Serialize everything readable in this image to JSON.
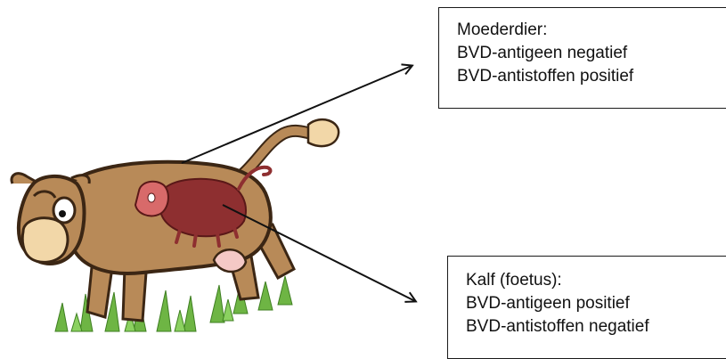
{
  "mother": {
    "title": "Moederdier:",
    "lines": [
      "BVD-antigeen negatief",
      "BVD-antistoffen positief"
    ]
  },
  "calf": {
    "title": "Kalf (foetus):",
    "lines": [
      "BVD-antigeen positief",
      "BVD-antistoffen negatief"
    ]
  },
  "colors": {
    "cow_body": "#b88a58",
    "cow_outline": "#3b2614",
    "fetus": "#8e2f30",
    "udder": "#f4c9c6",
    "grass": "#6eb544"
  }
}
